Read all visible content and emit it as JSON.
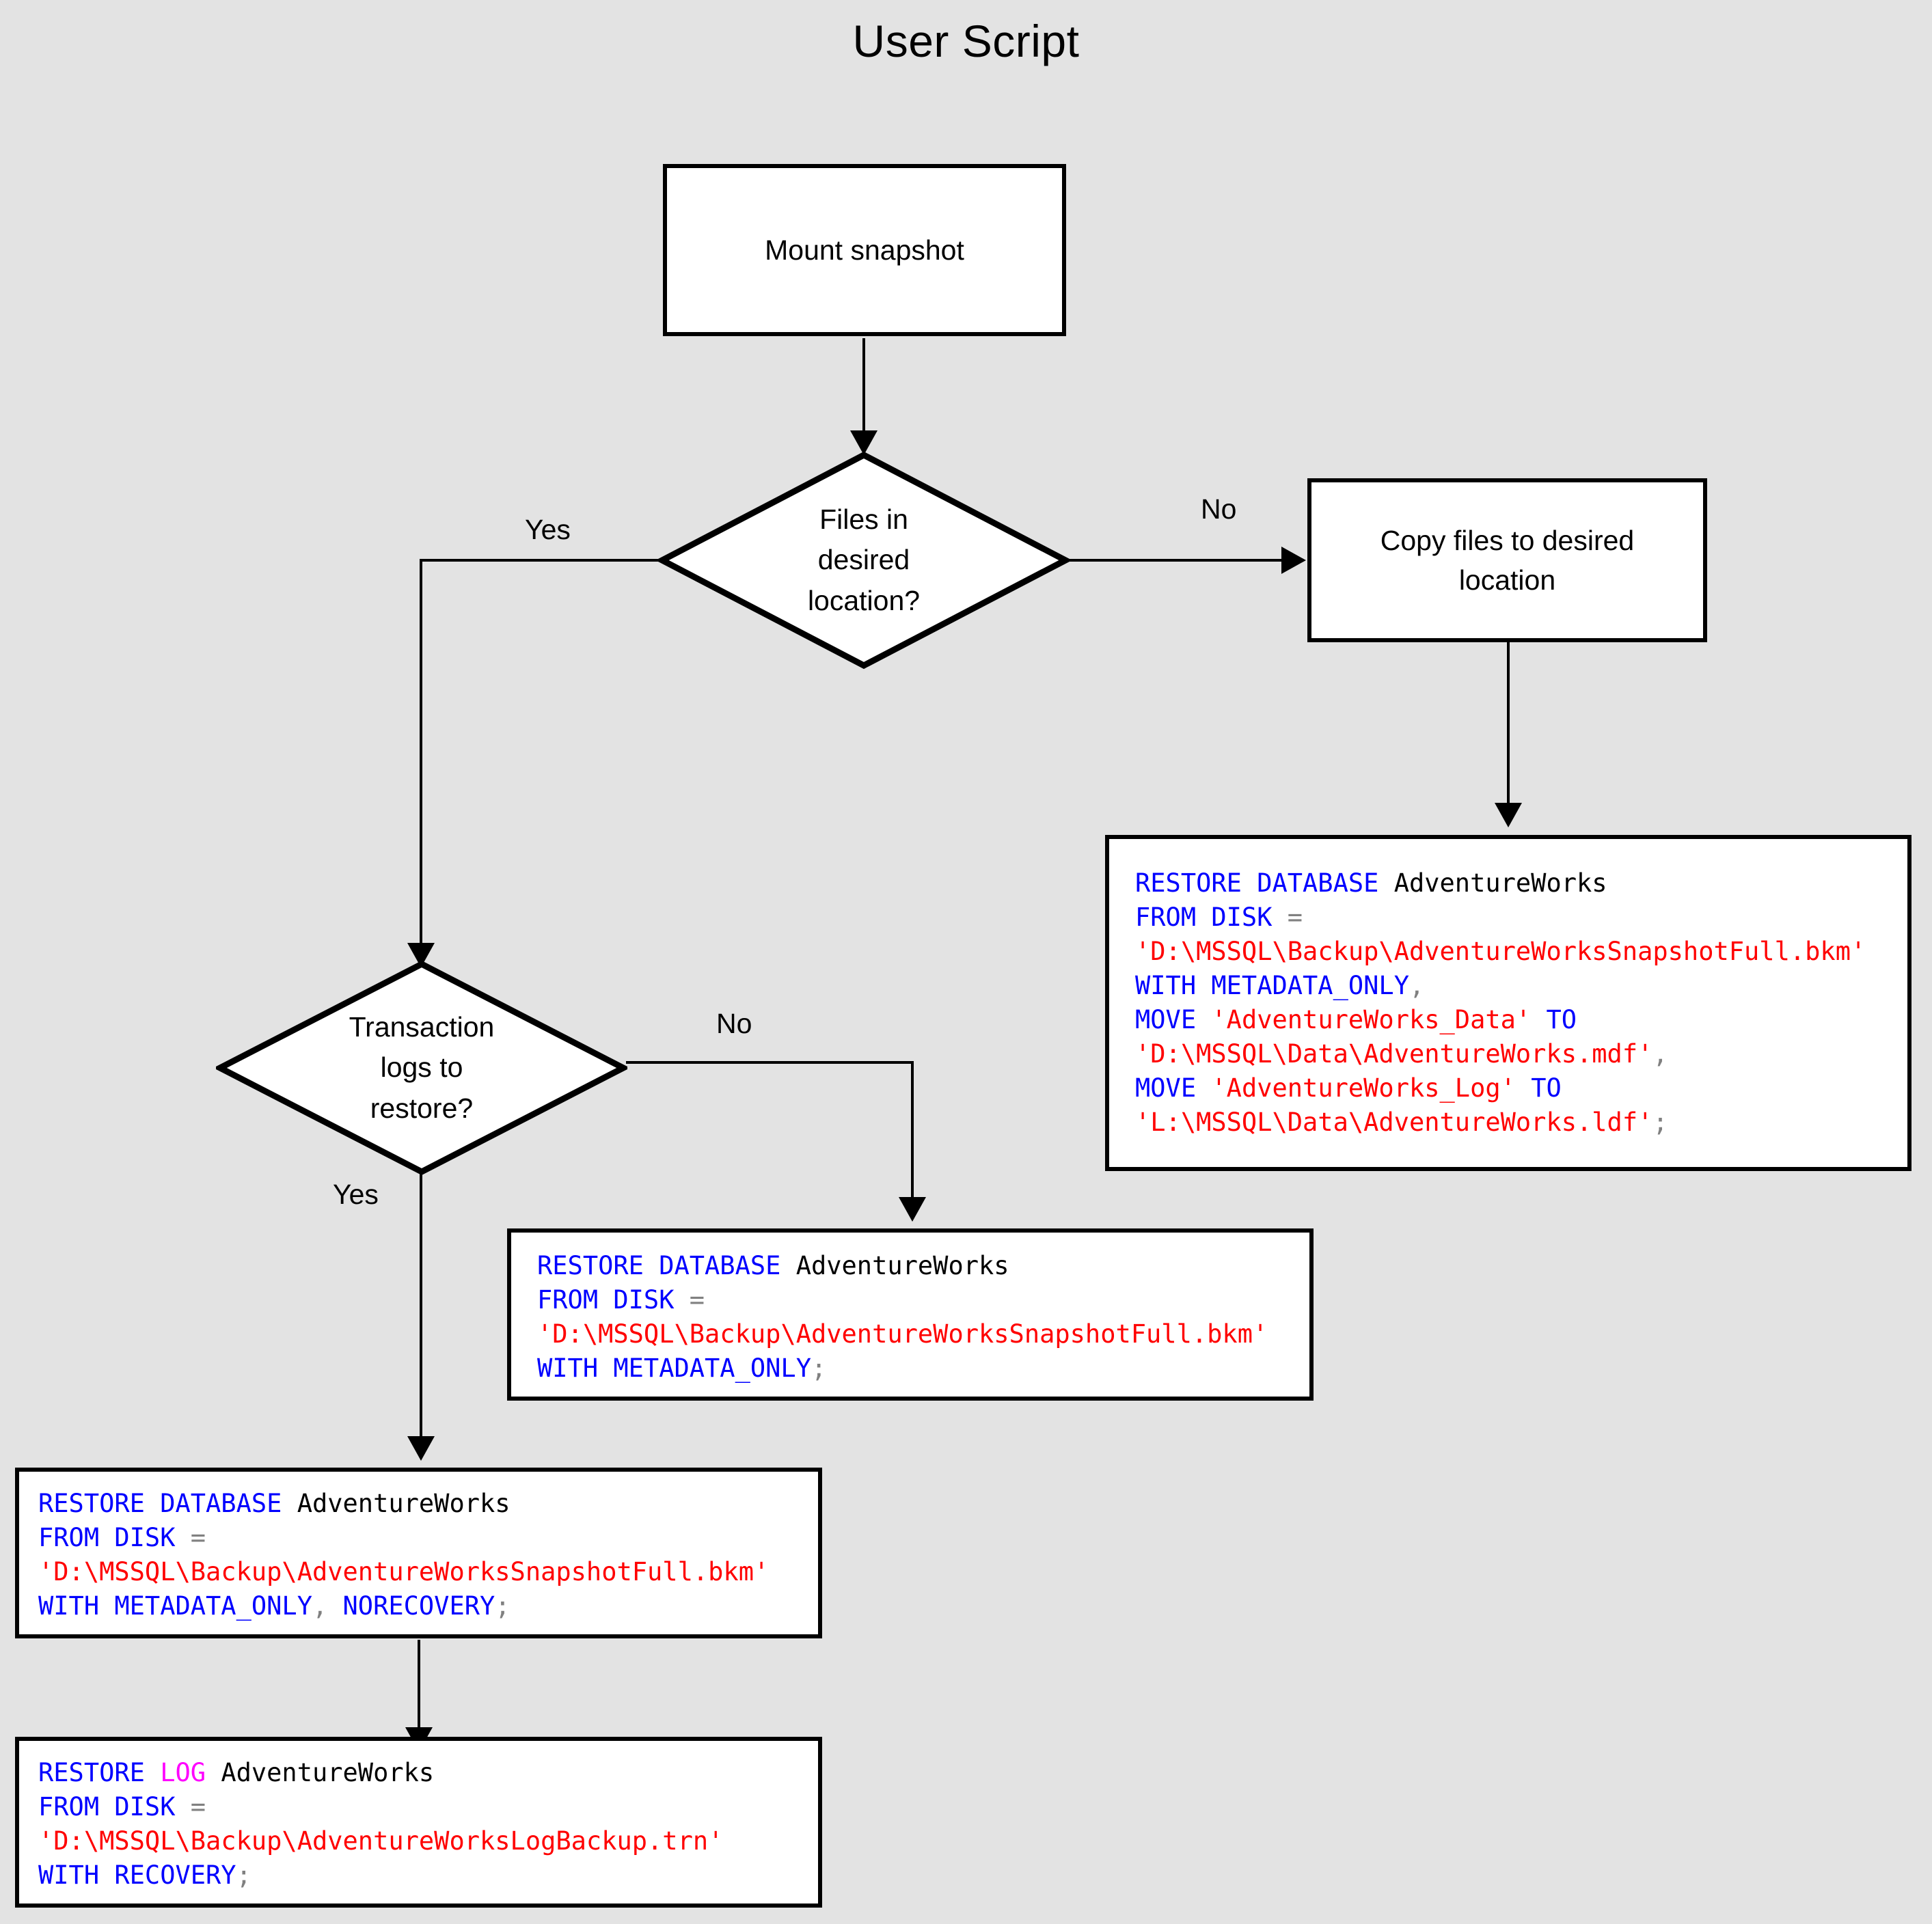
{
  "page": {
    "title": "User Script",
    "background_color": "#e3e3e3"
  },
  "colors": {
    "keyword": "#0000ff",
    "string": "#ff0000",
    "identifier": "#000000",
    "log_keyword": "#ff00ff",
    "punctuation": "#808080",
    "shape_border": "#000000",
    "shape_fill": "#ffffff"
  },
  "nodes": {
    "mount_snapshot": {
      "label": "Mount snapshot"
    },
    "files_in_location": {
      "line1": "Files in",
      "line2": "desired",
      "line3": "location?"
    },
    "copy_files": {
      "line1": "Copy files to desired",
      "line2": "location"
    },
    "transaction_logs": {
      "line1": "Transaction",
      "line2": "logs to",
      "line3": "restore?"
    }
  },
  "edge_labels": {
    "files_yes": "Yes",
    "files_no": "No",
    "logs_no": "No",
    "logs_yes": "Yes"
  },
  "code_blocks": {
    "restore_with_move": {
      "lines": [
        [
          {
            "t": "RESTORE DATABASE ",
            "c": "kw"
          },
          {
            "t": "AdventureWorks",
            "c": "id"
          }
        ],
        [
          {
            "t": "FROM DISK ",
            "c": "kw"
          },
          {
            "t": "=",
            "c": "pun"
          }
        ],
        [
          {
            "t": "'D:\\MSSQL\\Backup\\AdventureWorksSnapshotFull.bkm'",
            "c": "str"
          }
        ],
        [
          {
            "t": "WITH METADATA_ONLY",
            "c": "kw"
          },
          {
            "t": ",",
            "c": "pun"
          }
        ],
        [
          {
            "t": "MOVE ",
            "c": "kw"
          },
          {
            "t": "'AdventureWorks_Data'",
            "c": "str"
          },
          {
            "t": " TO",
            "c": "kw"
          }
        ],
        [
          {
            "t": "'D:\\MSSQL\\Data\\AdventureWorks.mdf'",
            "c": "str"
          },
          {
            "t": ",",
            "c": "pun"
          }
        ],
        [
          {
            "t": "MOVE ",
            "c": "kw"
          },
          {
            "t": "'AdventureWorks_Log'",
            "c": "str"
          },
          {
            "t": " TO",
            "c": "kw"
          }
        ],
        [
          {
            "t": "'L:\\MSSQL\\Data\\AdventureWorks.ldf'",
            "c": "str"
          },
          {
            "t": ";",
            "c": "pun"
          }
        ]
      ]
    },
    "restore_metadata_only": {
      "lines": [
        [
          {
            "t": "RESTORE DATABASE ",
            "c": "kw"
          },
          {
            "t": "AdventureWorks",
            "c": "id"
          }
        ],
        [
          {
            "t": "FROM DISK ",
            "c": "kw"
          },
          {
            "t": "=",
            "c": "pun"
          }
        ],
        [
          {
            "t": "'D:\\MSSQL\\Backup\\AdventureWorksSnapshotFull.bkm'",
            "c": "str"
          }
        ],
        [
          {
            "t": "WITH METADATA_ONLY",
            "c": "kw"
          },
          {
            "t": ";",
            "c": "pun"
          }
        ]
      ]
    },
    "restore_norecovery": {
      "lines": [
        [
          {
            "t": "RESTORE DATABASE ",
            "c": "kw"
          },
          {
            "t": "AdventureWorks",
            "c": "id"
          }
        ],
        [
          {
            "t": "FROM DISK ",
            "c": "kw"
          },
          {
            "t": "=",
            "c": "pun"
          }
        ],
        [
          {
            "t": "'D:\\MSSQL\\Backup\\AdventureWorksSnapshotFull.bkm'",
            "c": "str"
          }
        ],
        [
          {
            "t": "WITH METADATA_ONLY",
            "c": "kw"
          },
          {
            "t": ", ",
            "c": "pun"
          },
          {
            "t": "NORECOVERY",
            "c": "kw"
          },
          {
            "t": ";",
            "c": "pun"
          }
        ]
      ]
    },
    "restore_log": {
      "lines": [
        [
          {
            "t": "RESTORE ",
            "c": "kw"
          },
          {
            "t": "LOG",
            "c": "log"
          },
          {
            "t": " ",
            "c": "kw"
          },
          {
            "t": "AdventureWorks",
            "c": "id"
          }
        ],
        [
          {
            "t": "FROM DISK ",
            "c": "kw"
          },
          {
            "t": "=",
            "c": "pun"
          }
        ],
        [
          {
            "t": "'D:\\MSSQL\\Backup\\AdventureWorksLogBackup.trn'",
            "c": "str"
          }
        ],
        [
          {
            "t": "WITH RECOVERY",
            "c": "kw"
          },
          {
            "t": ";",
            "c": "pun"
          }
        ]
      ]
    }
  }
}
